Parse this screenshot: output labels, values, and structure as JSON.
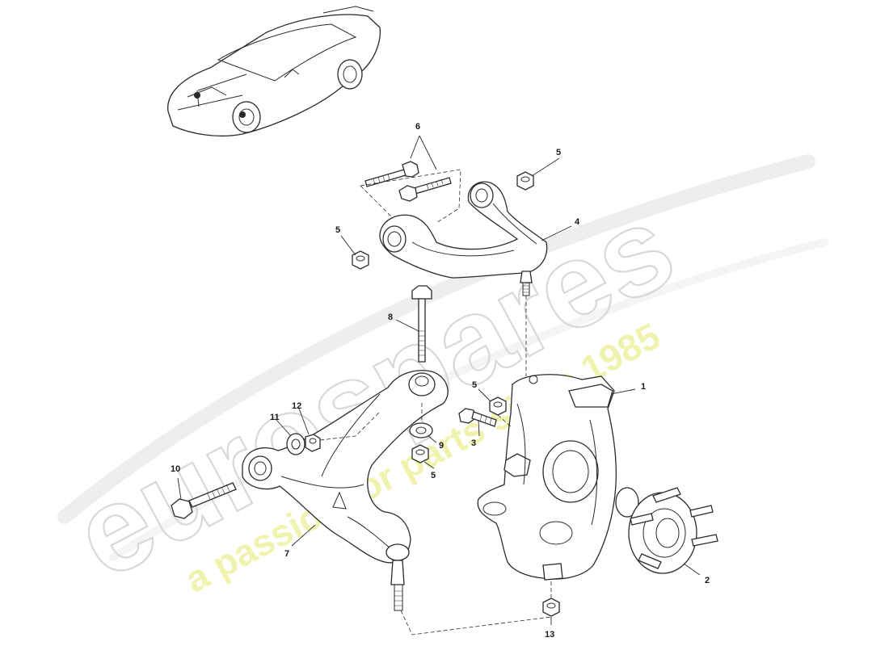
{
  "watermark": {
    "brand": "eurospares",
    "tagline": "a passion for parts since 1985",
    "brand_color": "#d8d8d8",
    "tagline_color": "#eef2a0"
  },
  "callouts": [
    "1",
    "2",
    "3",
    "4",
    "5",
    "6",
    "7",
    "8",
    "9",
    "10",
    "11",
    "12",
    "13"
  ],
  "icons": {
    "vehicle": "car-thumbnail-icon"
  }
}
